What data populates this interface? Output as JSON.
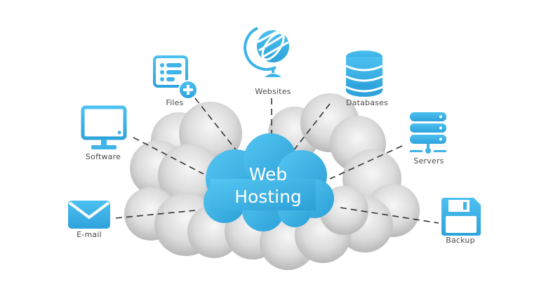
{
  "center": {
    "line1": "Web",
    "line2": "Hosting"
  },
  "nodes": [
    {
      "id": "files",
      "label": "Files",
      "icon": "file-list-add-icon"
    },
    {
      "id": "websites",
      "label": "Websites",
      "icon": "globe-icon"
    },
    {
      "id": "databases",
      "label": "Databases",
      "icon": "database-icon"
    },
    {
      "id": "software",
      "label": "Software",
      "icon": "monitor-icon"
    },
    {
      "id": "servers",
      "label": "Servers",
      "icon": "server-icon"
    },
    {
      "id": "email",
      "label": "E-mail",
      "icon": "envelope-icon"
    },
    {
      "id": "backup",
      "label": "Backup",
      "icon": "floppy-disk-icon"
    }
  ],
  "colors": {
    "accent": "#3fb4e8",
    "accent_dark": "#2a9fd8",
    "cloud_gray": "#d6d6d6",
    "label": "#4a4a4a",
    "connector": "#333333"
  }
}
